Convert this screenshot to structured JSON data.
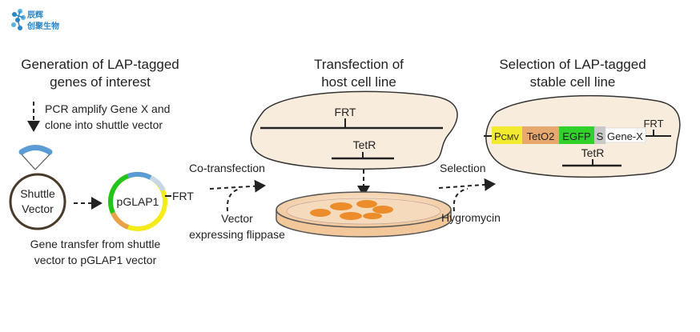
{
  "logo": {
    "line1": "辰辉",
    "line2": "创聚生物"
  },
  "stage1": {
    "title_line1": "Generation of LAP-tagged",
    "title_line2": "genes of interest",
    "step_line1": "PCR amplify Gene X and",
    "step_line2": "clone into shuttle vector",
    "shuttle_line1": "Shuttle",
    "shuttle_line2": "Vector",
    "plasmid_label": "pGLAP1",
    "plasmid_frt": "FRT",
    "caption_line1": "Gene transfer from shuttle",
    "caption_line2": "vector to pGLAP1 vector"
  },
  "stage2": {
    "title_line1": "Transfection of",
    "title_line2": "host cell line",
    "frt_label": "FRT",
    "tetr_label": "TetR",
    "cotransfection": "Co-transfection",
    "vector_line1": "Vector",
    "vector_line2": "expressing flippase"
  },
  "stage3": {
    "title_line1": "Selection of LAP-tagged",
    "title_line2": "stable cell line",
    "selection": "Selection",
    "hygromycin": "Hygromycin",
    "construct": {
      "pcmv_main": "P",
      "pcmv_sub": "CMV",
      "teto2": "TetO2",
      "egfp": "EGFP",
      "s": "S",
      "gene_x": "Gene-X",
      "frt": "FRT"
    },
    "tetr_label": "TetR"
  },
  "colors": {
    "cell_fill": "#f8ecdd",
    "plasmid_blue": "#5b9bd5",
    "plasmid_green": "#22c41d",
    "plasmid_yellow": "#f5ea1a",
    "plasmid_orange": "#e8a14a",
    "pcmv_yellow": "#f2ea2e",
    "teto2_orange": "#e7a86e",
    "egfp_green": "#2fd12a",
    "s_grey": "#c8c8c8",
    "dish_orange": "#ec8c2a",
    "logo_blue": "#2a86c8"
  }
}
